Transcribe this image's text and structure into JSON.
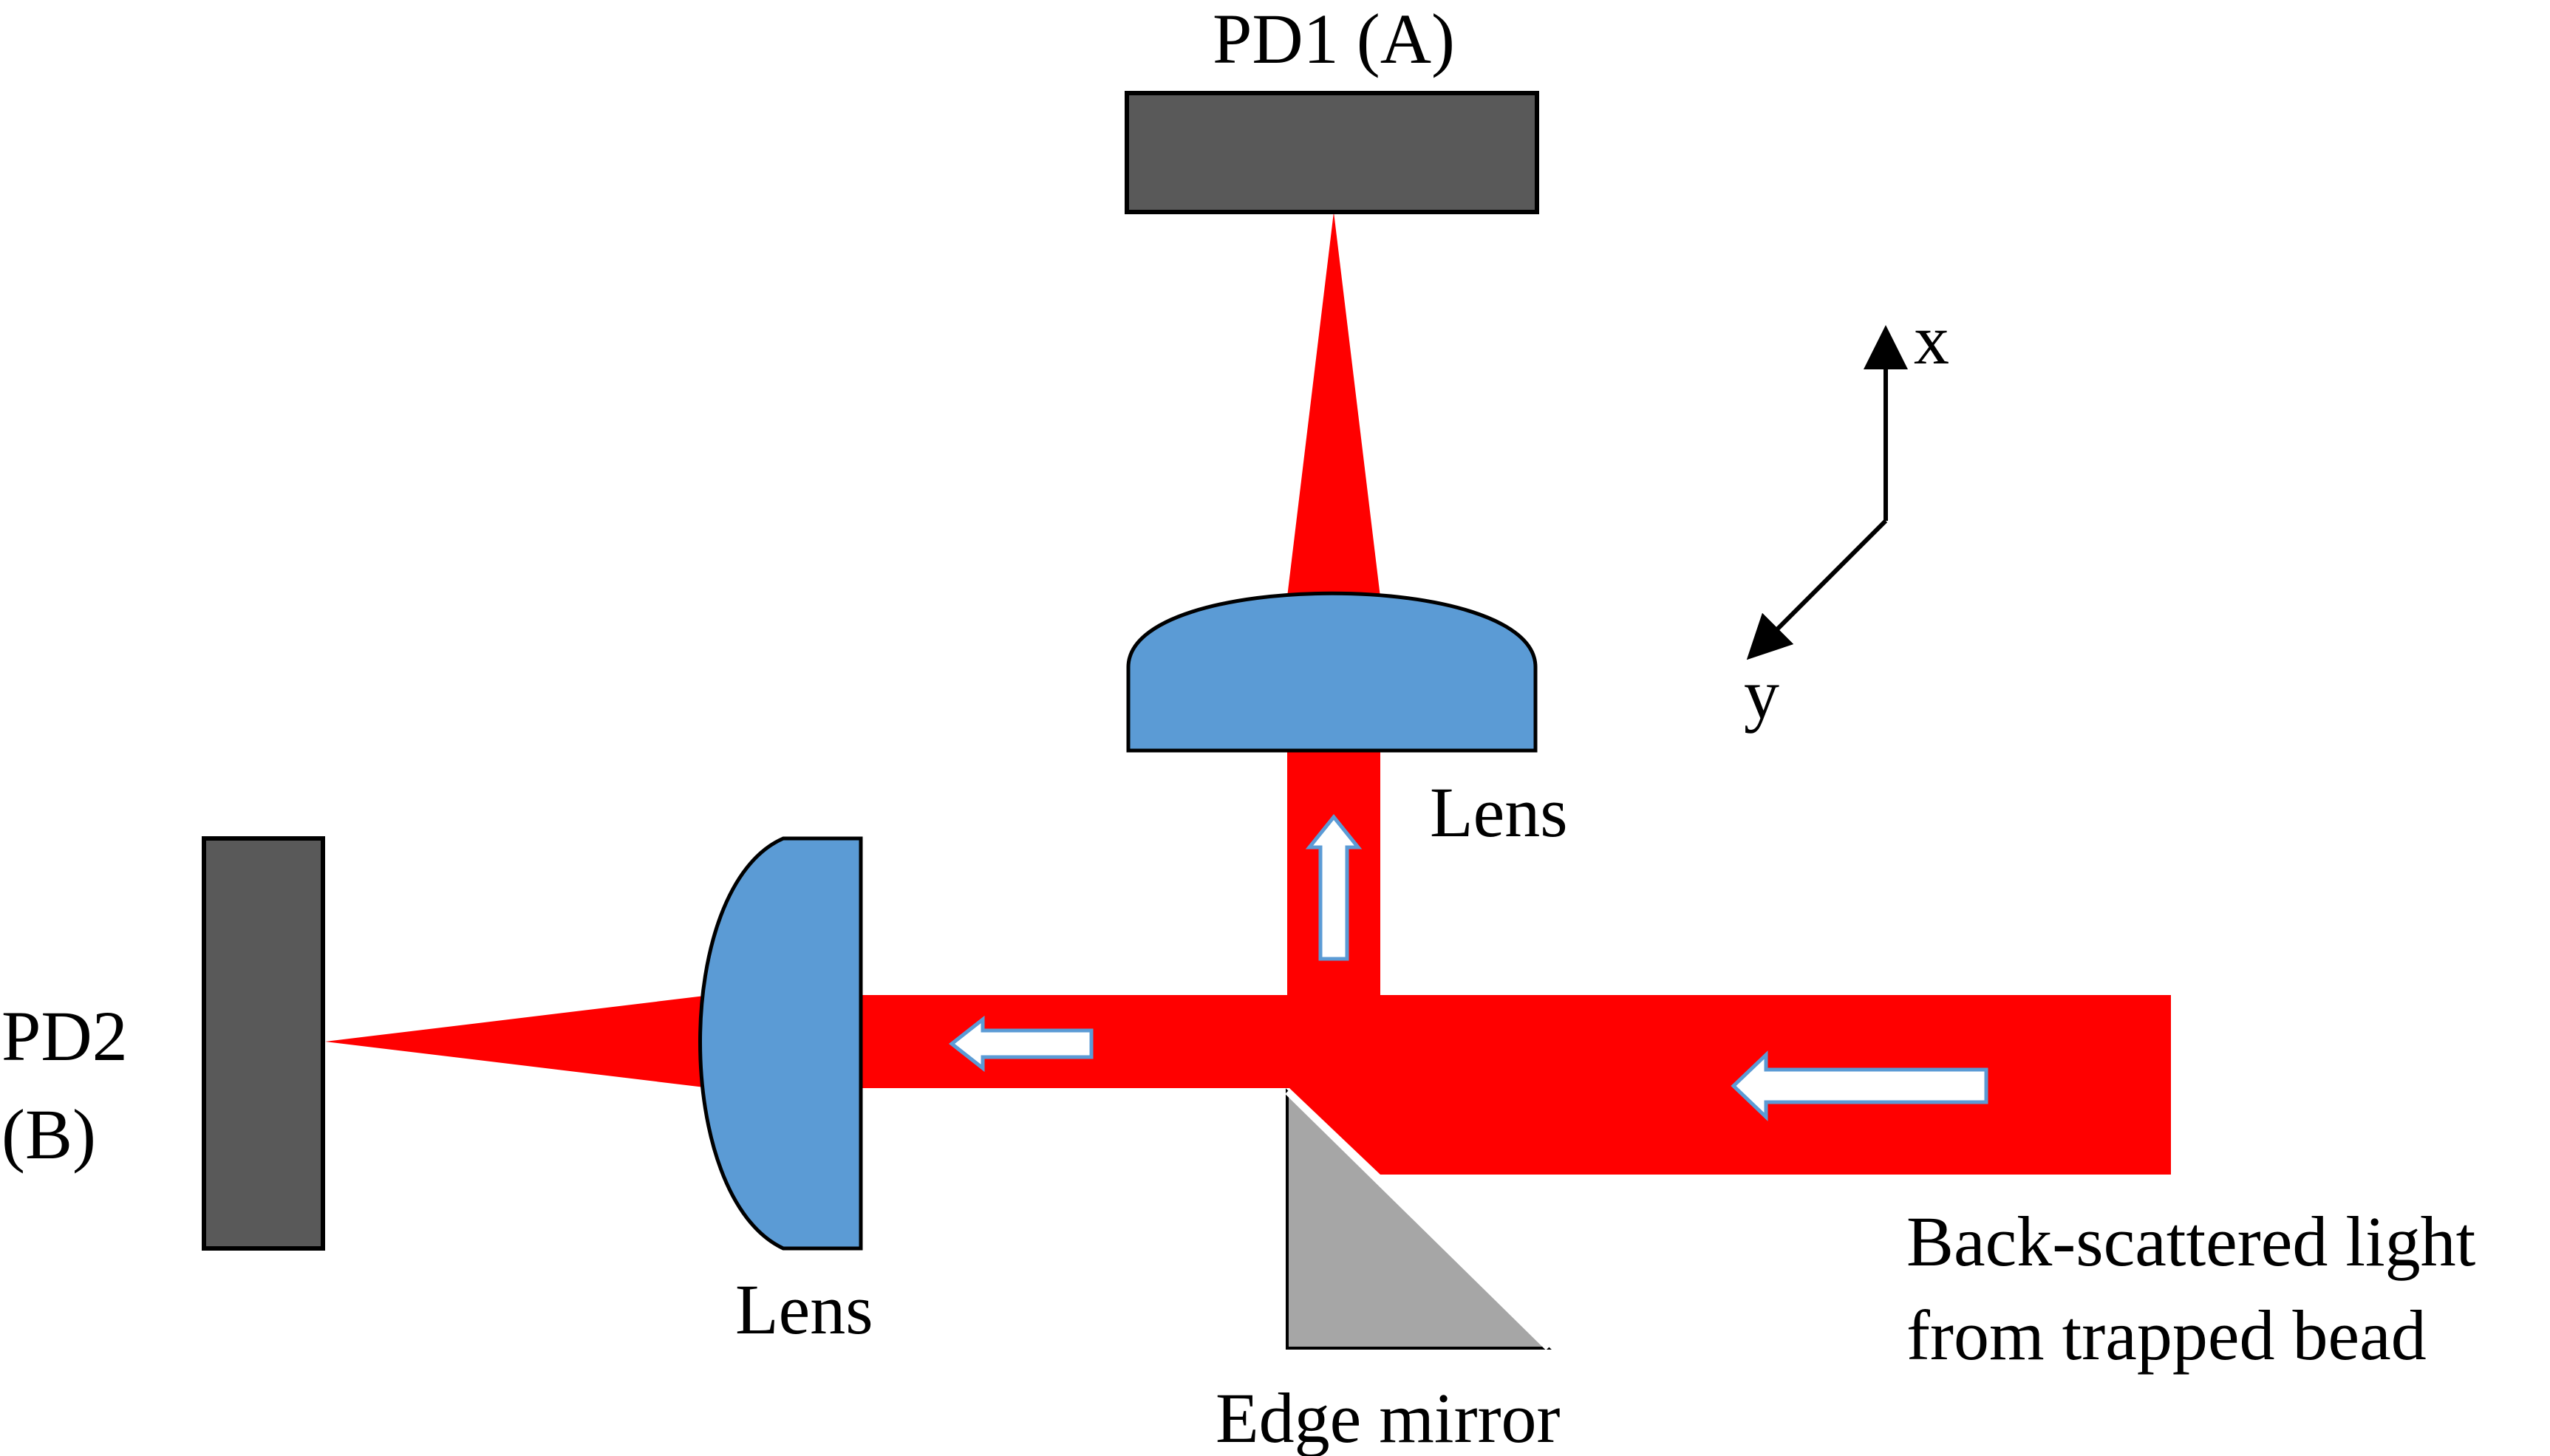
{
  "labels": {
    "pd1": "PD1 (A)",
    "pd2_line1": "PD2",
    "pd2_line2": "(B)",
    "lens_top": "Lens",
    "lens_left": "Lens",
    "edge_mirror": "Edge mirror",
    "source_line1": "Back-scattered light",
    "source_line2": "from trapped bead",
    "axis_x": "x",
    "axis_y": "y"
  },
  "colors": {
    "beam": "#ff0000",
    "lens": "#5b9bd5",
    "detector": "#595959",
    "mirror": "#a6a6a6",
    "arrow_fill": "#ffffff",
    "arrow_outline": "#5b9bd5",
    "outline": "#000000"
  },
  "icons": {
    "beam_direction": "hollow-arrow-icon",
    "axes": "axis-arrow-icon"
  }
}
